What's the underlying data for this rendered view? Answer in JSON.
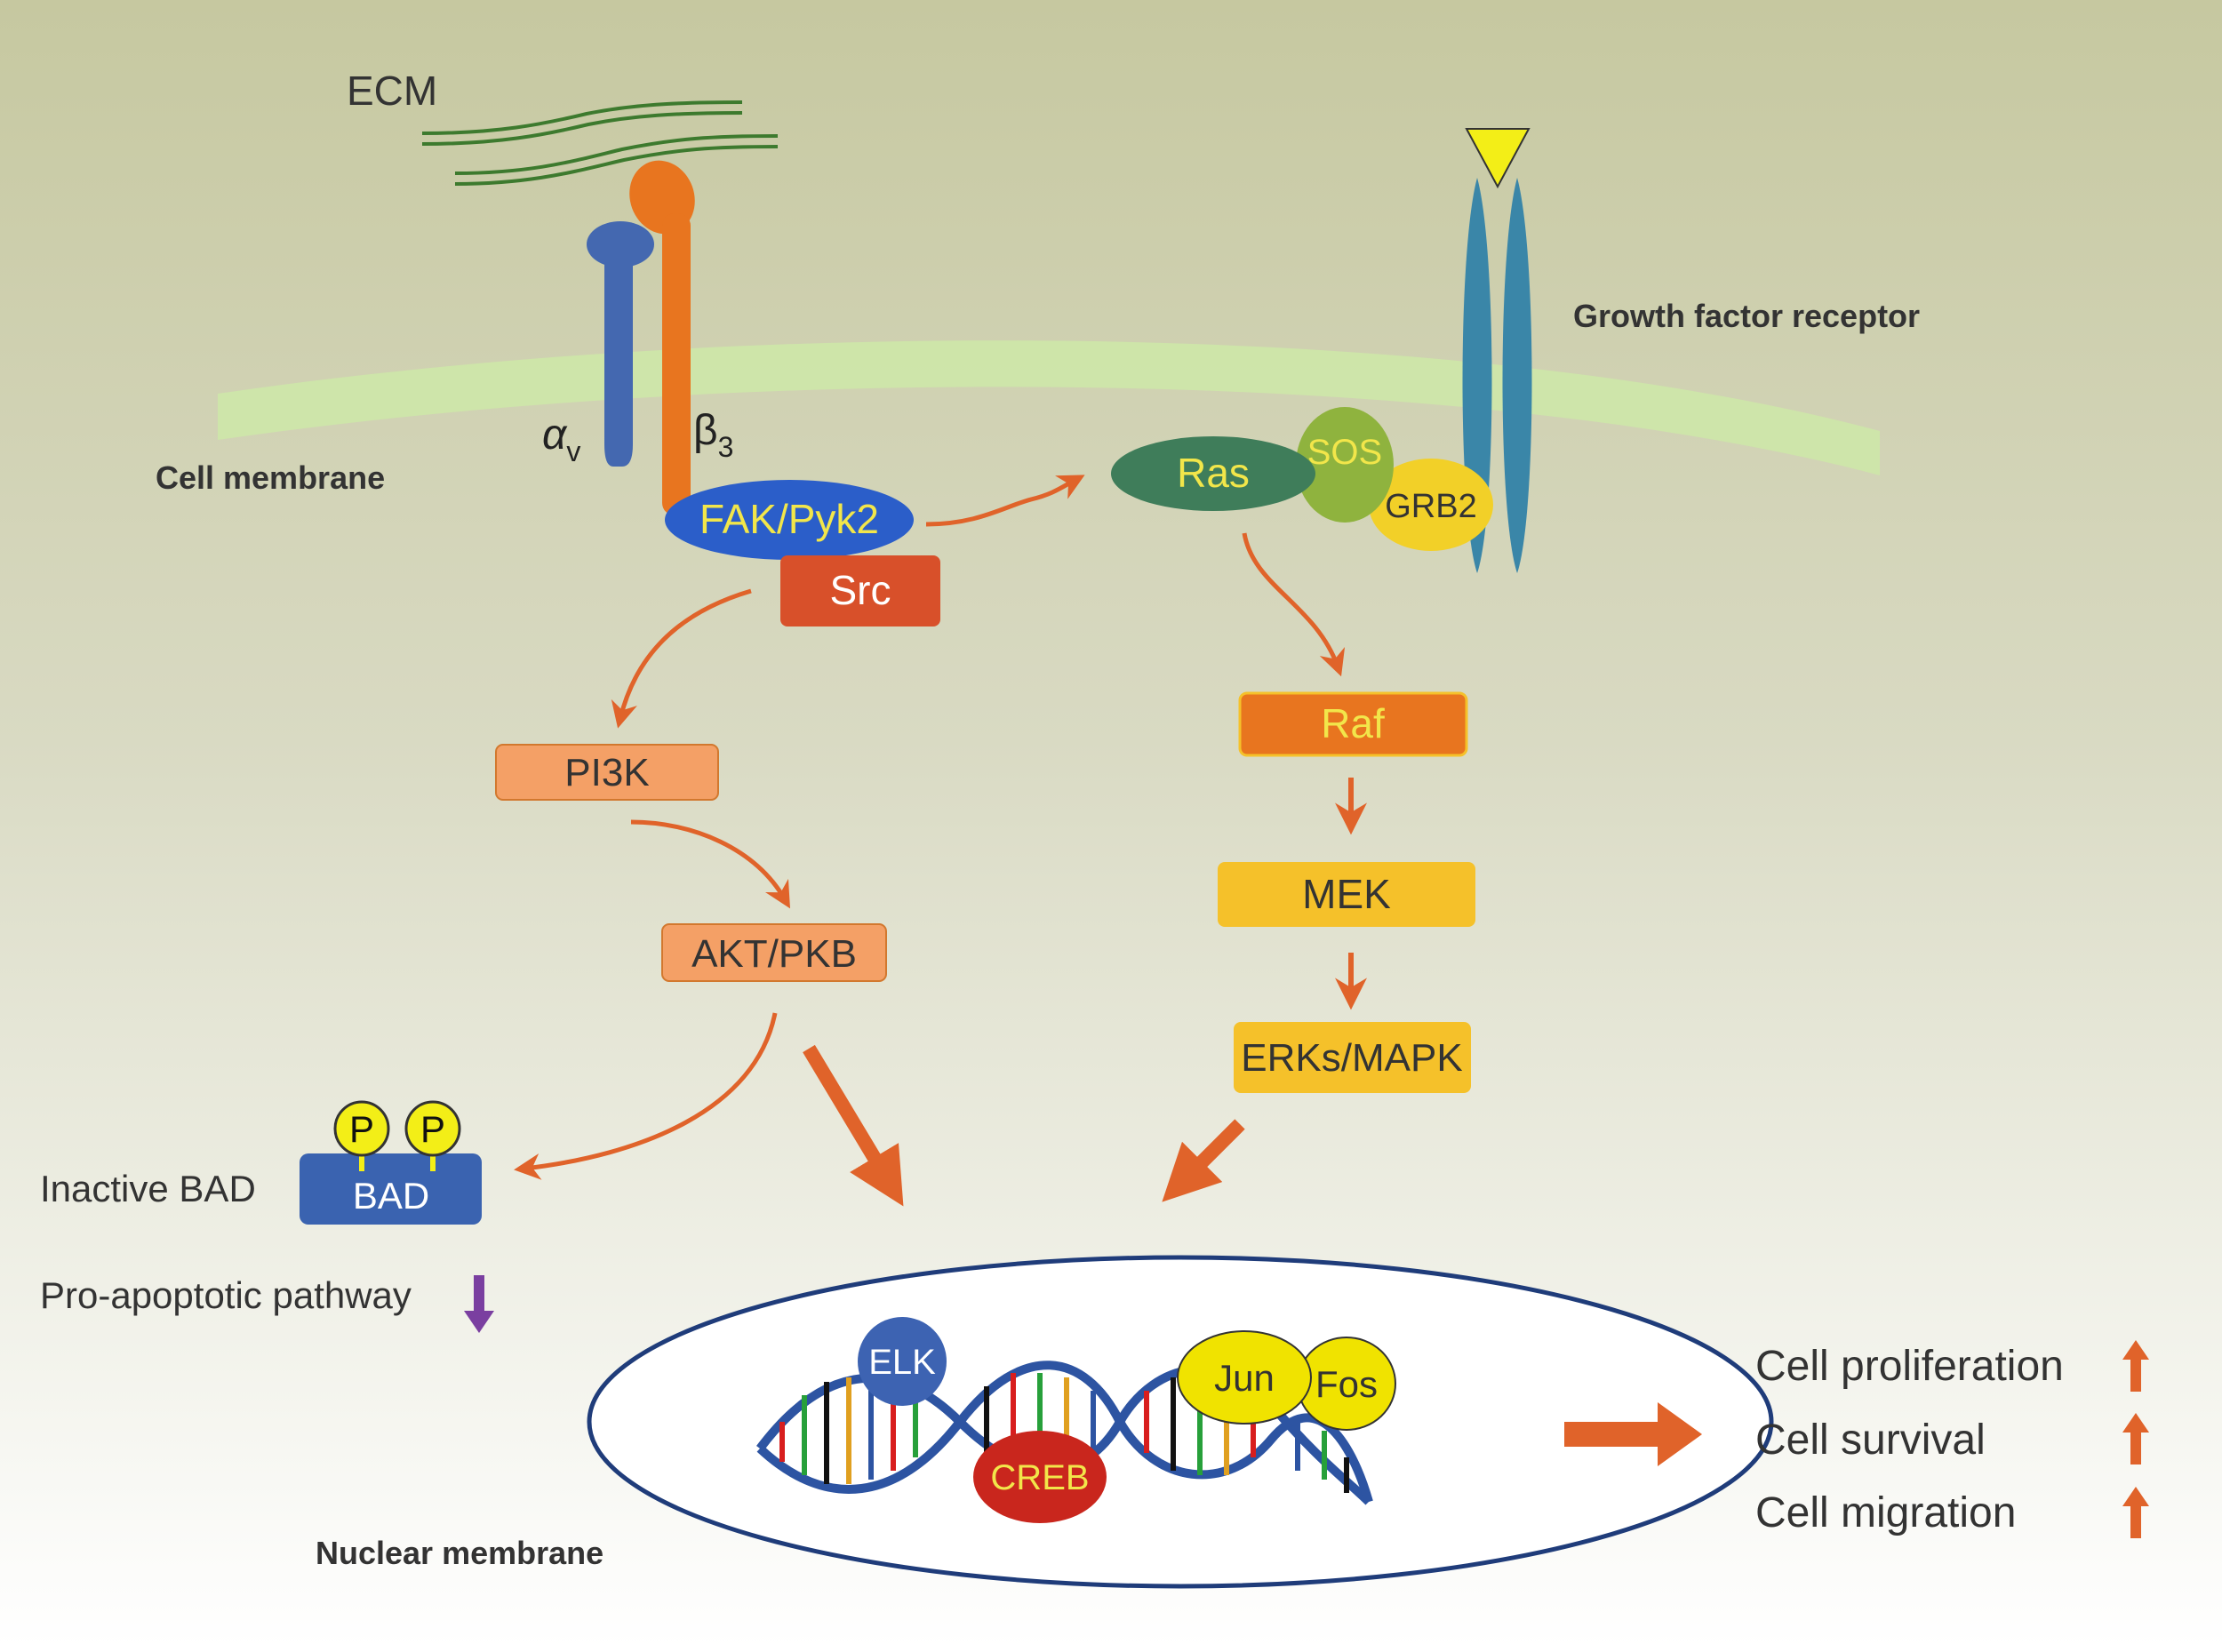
{
  "labels": {
    "ecm": "ECM",
    "cell_membrane": "Cell membrane",
    "alpha": "α",
    "alpha_sub": "v",
    "beta": "β",
    "beta_sub": "3",
    "growth_factor_receptor": "Growth factor receptor",
    "nuclear_membrane": "Nuclear membrane",
    "inactive_bad": "Inactive BAD",
    "pro_apoptotic": "Pro-apoptotic pathway"
  },
  "nodes": {
    "fak": "FAK/Pyk2",
    "src": "Src",
    "ras": "Ras",
    "sos": "SOS",
    "grb2": "GRB2",
    "pi3k": "PI3K",
    "akt": "AKT/PKB",
    "raf": "Raf",
    "mek": "MEK",
    "erk": "ERKs/MAPK",
    "bad": "BAD",
    "p1": "P",
    "p2": "P",
    "elk": "ELK",
    "creb": "CREB",
    "jun": "Jun",
    "fos": "Fos"
  },
  "outcomes": [
    {
      "label": "Cell proliferation",
      "direction": "up"
    },
    {
      "label": "Cell survival",
      "direction": "up"
    },
    {
      "label": "Cell migration",
      "direction": "up"
    }
  ],
  "colors": {
    "arrow": "#e0632a",
    "pi3k_fill": "#f4a066",
    "raf_fill": "#e8751f",
    "mek_fill": "#f5c12a",
    "fak_fill": "#2b5ec9",
    "src_fill": "#d8502a",
    "ras_fill": "#3f7d5a",
    "sos_fill": "#8fb33e",
    "grb2_fill": "#f2d028",
    "receptor_fill": "#3a86a8",
    "bad_fill": "#3a63b0",
    "elk_fill": "#3d63b2",
    "creb_fill": "#c9261d",
    "jun_fill": "#f0e300",
    "membrane_fill": "#cde7a8",
    "down_arrow": "#7a3fa0"
  }
}
